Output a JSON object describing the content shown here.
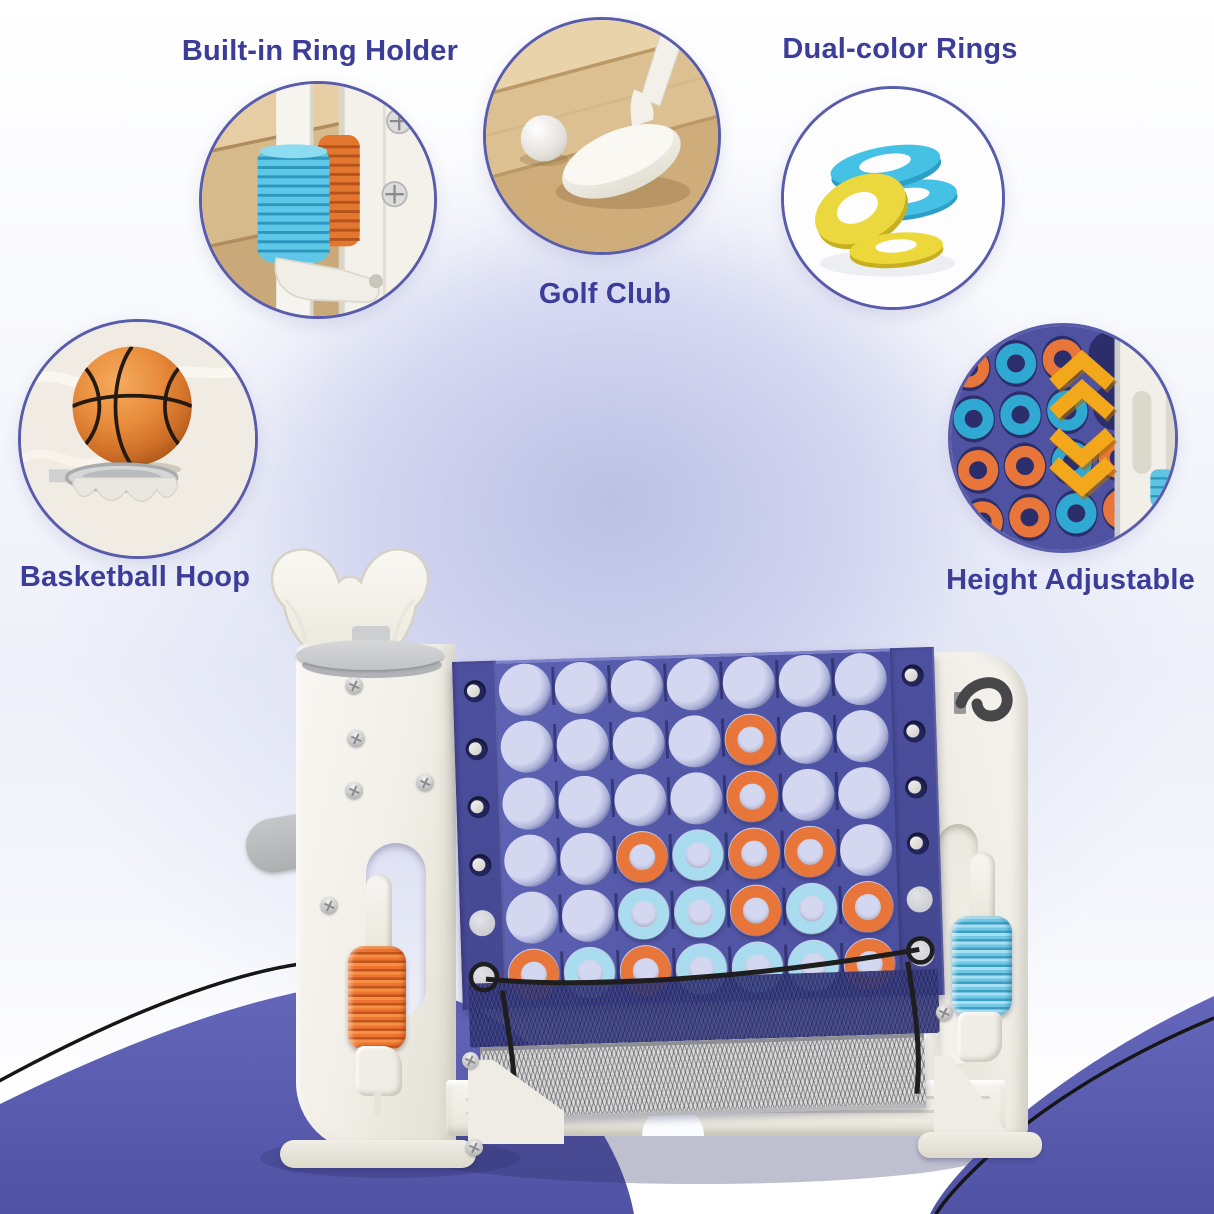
{
  "colors": {
    "accent_text": "#3b3d99",
    "circle_border": "#585cab",
    "swoosh": "#5a5cb2",
    "outline": "#161616",
    "board_face": "#5458a8",
    "board_edge": "#43468f",
    "ring_orange": "#e8763b",
    "ring_blue": "#a9dcee",
    "ring_cyan": "#2fa9d2",
    "ring_yellow": "#e8d53c",
    "plastic_white": "#f2f0e9",
    "wood_floor": "#dcc094",
    "basketball": "#dd8335",
    "chevron_yellow": "#f3a81c",
    "net_navy": "#383c82",
    "cord_black": "#1e1e1e",
    "glow_lavender": "#ccd1ec"
  },
  "features": [
    {
      "id": "ring-holder",
      "label": "Built-in Ring Holder"
    },
    {
      "id": "golf-club",
      "label": "Golf Club"
    },
    {
      "id": "dual-color-rings",
      "label": "Dual-color Rings"
    },
    {
      "id": "basketball-hoop",
      "label": "Basketball Hoop"
    },
    {
      "id": "height-adjustable",
      "label": "Height Adjustable"
    }
  ],
  "board": {
    "columns": 7,
    "rows": 6,
    "grid": [
      [
        "",
        "",
        "",
        "",
        "",
        "",
        ""
      ],
      [
        "",
        "",
        "",
        "",
        "orange",
        "",
        ""
      ],
      [
        "",
        "",
        "",
        "",
        "orange",
        "",
        ""
      ],
      [
        "",
        "",
        "orange",
        "blue",
        "orange",
        "orange",
        ""
      ],
      [
        "",
        "",
        "blue",
        "blue",
        "orange",
        "blue",
        "orange"
      ],
      [
        "orange",
        "blue",
        "orange",
        "blue",
        "blue",
        "blue",
        "orange"
      ]
    ]
  },
  "height_callout_grid": [
    [
      "orange",
      "blue",
      "orange",
      ""
    ],
    [
      "blue",
      "blue",
      "blue",
      ""
    ],
    [
      "orange",
      "orange",
      "blue",
      "orange"
    ],
    [
      "orange",
      "orange",
      "blue",
      "orange"
    ]
  ]
}
